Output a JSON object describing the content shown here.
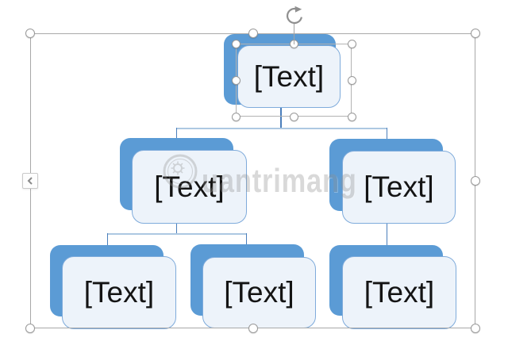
{
  "diagram": {
    "type": "smartart-hierarchy",
    "placeholder": "[Text]",
    "nodes": [
      {
        "id": "top",
        "level": 1,
        "label": "[Text]",
        "selected": true
      },
      {
        "id": "l2-left",
        "level": 2,
        "label": "[Text]",
        "selected": false
      },
      {
        "id": "l2-right",
        "level": 2,
        "label": "[Text]",
        "selected": false
      },
      {
        "id": "l3-left",
        "level": 3,
        "label": "[Text]",
        "selected": false
      },
      {
        "id": "l3-middle",
        "level": 3,
        "label": "[Text]",
        "selected": false
      },
      {
        "id": "l3-right",
        "level": 3,
        "label": "[Text]",
        "selected": false
      }
    ],
    "colors": {
      "shape_back": "#5b9bd5",
      "shape_front_fill": "#edf3fa",
      "shape_front_border": "#7fabdb",
      "connector_vertical": "#4a7ebb",
      "connector_horizontal": "#adc8e2",
      "text": "#141414"
    }
  },
  "selection": {
    "frame_color": "#a8a8a8",
    "handle_fill": "#ffffff",
    "handle_border": "#999999",
    "icons": {
      "rotation": "rotate-clockwise-icon",
      "text_pane_toggle": "chevron-left-icon"
    }
  },
  "watermark": {
    "text": "uantrimang",
    "logo": "quantrimang-sun-logo-icon",
    "color": "#8f8f8f"
  }
}
